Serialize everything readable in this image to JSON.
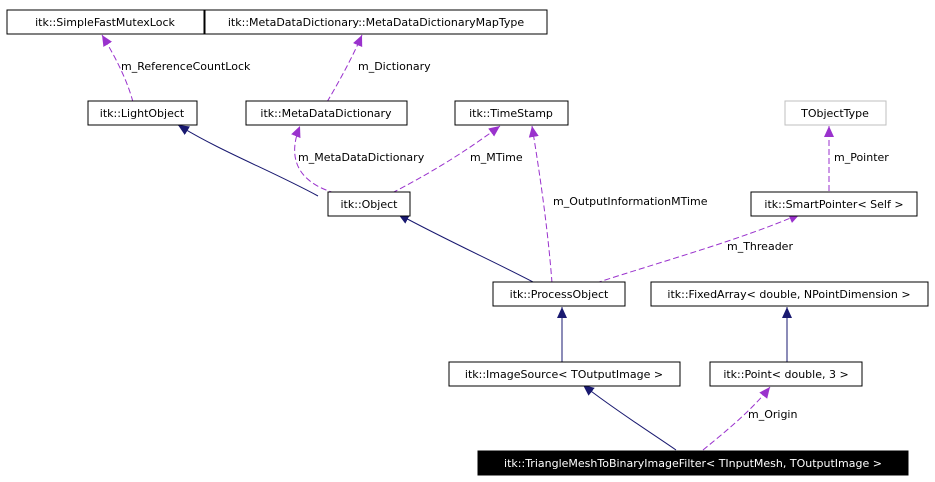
{
  "nodes": {
    "mutex": "itk::SimpleFastMutexLock",
    "maptype": "itk::MetaDataDictionary::MetaDataDictionaryMapType",
    "lightobject": "itk::LightObject",
    "metadict": "itk::MetaDataDictionary",
    "timestamp": "itk::TimeStamp",
    "tobjecttype": "TObjectType",
    "object": "itk::Object",
    "smartpointer": "itk::SmartPointer< Self >",
    "processobject": "itk::ProcessObject",
    "fixedarray": "itk::FixedArray< double, NPointDimension >",
    "imagesource": "itk::ImageSource< TOutputImage >",
    "point": "itk::Point< double, 3 >",
    "filter": "itk::TriangleMeshToBinaryImageFilter< TInputMesh, TOutputImage >"
  },
  "edge_labels": {
    "refcountlock": "m_ReferenceCountLock",
    "dictionary": "m_Dictionary",
    "metadatadictionary": "m_MetaDataDictionary",
    "mtime": "m_MTime",
    "outputinfomtime": "m_OutputInformationMTime",
    "pointer": "m_Pointer",
    "threader": "m_Threader",
    "origin": "m_Origin"
  },
  "colors": {
    "inheritance": "#191970",
    "usage": "#9a32cd",
    "highlight_fill": "#000000",
    "highlight_text": "#ffffff",
    "unresolved_border": "#bfbfbf"
  }
}
